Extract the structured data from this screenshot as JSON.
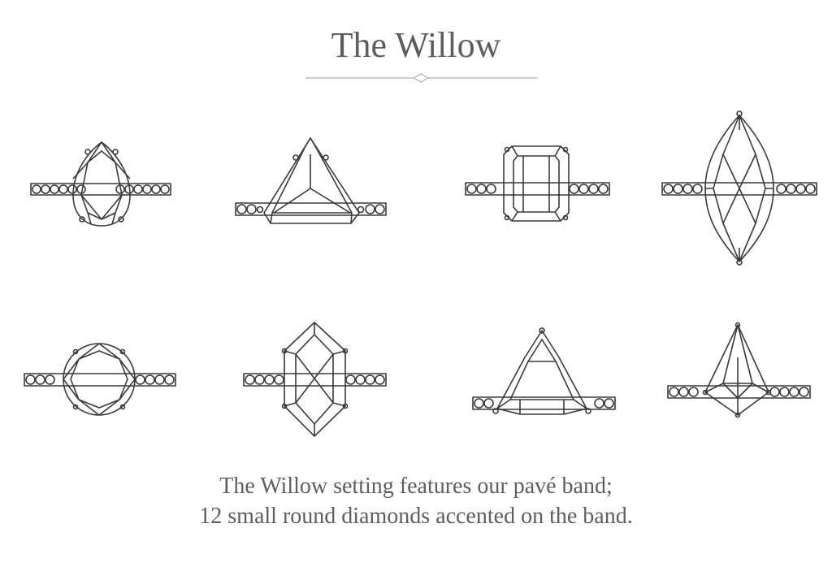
{
  "header": {
    "title": "The Willow"
  },
  "caption": {
    "line1": "The Willow setting features our pavé band;",
    "line2": "12 small round diamonds accented on the band."
  },
  "rings": [
    {
      "shape": "pear"
    },
    {
      "shape": "trillion"
    },
    {
      "shape": "emerald"
    },
    {
      "shape": "marquise"
    },
    {
      "shape": "round"
    },
    {
      "shape": "elongated-hexagon"
    },
    {
      "shape": "curved-trillion"
    },
    {
      "shape": "kite"
    }
  ],
  "colors": {
    "text": "#5e5e5e",
    "line": "#3a3a3a"
  }
}
